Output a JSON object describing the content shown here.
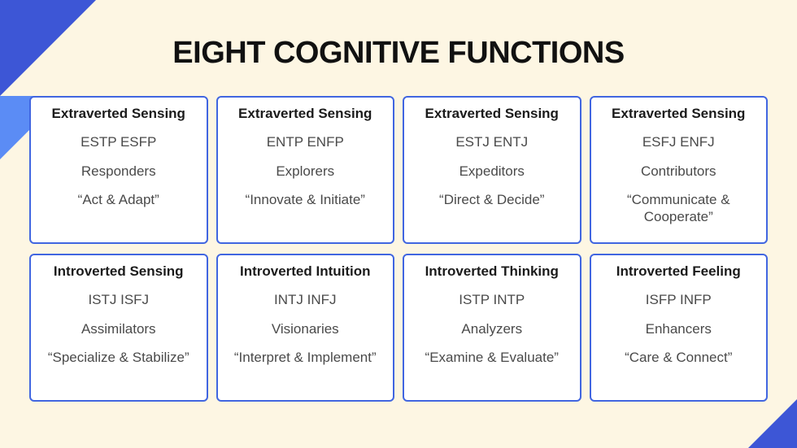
{
  "slide": {
    "title": "EIGHT COGNITIVE FUNCTIONS",
    "background_color": "#fdf6e3",
    "accent_color": "#3d56d6",
    "accent_light_color": "#5b8cf5",
    "card_border_color": "#4166e0"
  },
  "cards": [
    {
      "title": "Extraverted Sensing",
      "types": "ESTP ESFP",
      "role": "Responders",
      "motto": "“Act & Adapt”"
    },
    {
      "title": "Extraverted Sensing",
      "types": "ENTP ENFP",
      "role": "Explorers",
      "motto": "“Innovate & Initiate”"
    },
    {
      "title": "Extraverted Sensing",
      "types": "ESTJ ENTJ",
      "role": "Expeditors",
      "motto": "“Direct & Decide”"
    },
    {
      "title": "Extraverted Sensing",
      "types": "ESFJ ENFJ",
      "role": "Contributors",
      "motto": "“Communicate & Cooperate”"
    },
    {
      "title": "Introverted Sensing",
      "types": "ISTJ ISFJ",
      "role": "Assimilators",
      "motto": "“Specialize & Stabilize”"
    },
    {
      "title": "Introverted Intuition",
      "types": "INTJ INFJ",
      "role": "Visionaries",
      "motto": "“Interpret & Implement”"
    },
    {
      "title": "Introverted Thinking",
      "types": "ISTP INTP",
      "role": "Analyzers",
      "motto": "“Examine & Evaluate”"
    },
    {
      "title": "Introverted Feeling",
      "types": "ISFP INFP",
      "role": "Enhancers",
      "motto": "“Care & Connect”"
    }
  ]
}
